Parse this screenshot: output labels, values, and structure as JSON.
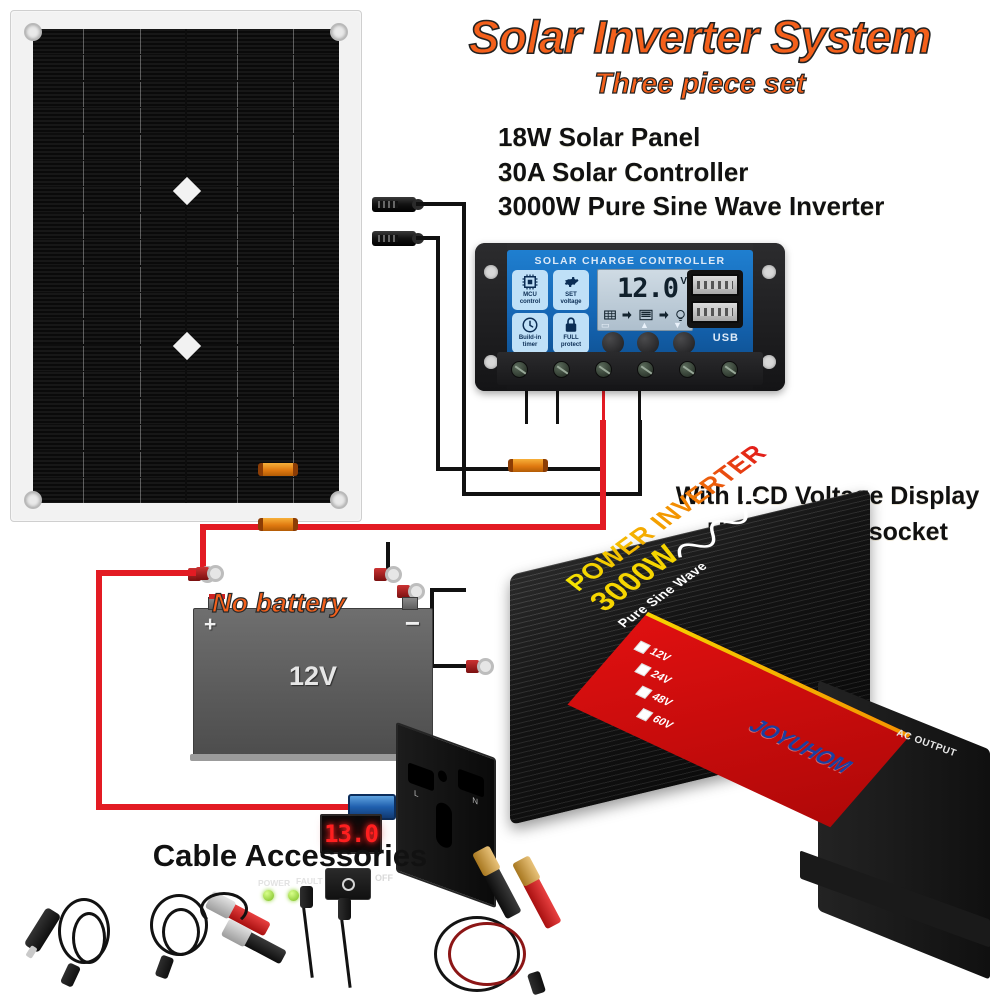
{
  "heading": {
    "title": "Solar Inverter System",
    "subtitle": "Three piece set",
    "title_color": "#F4601B"
  },
  "specs": [
    "18W Solar Panel",
    "30A Solar Controller",
    "3000W Pure Sine Wave Inverter"
  ],
  "features": [
    "With LCD Voltage Display",
    "Universal AC socket"
  ],
  "solar_panel": {
    "name": "18W Solar Panel",
    "grommet_count": 4,
    "connector_icon": "mc4-connector-icon"
  },
  "controller": {
    "brand_text": "SOLAR CHARGE CONTROLLER",
    "lcd_value": "12.0",
    "lcd_unit": "V",
    "usb_label": "USB",
    "badges": [
      {
        "icon": "mcu-chip-icon",
        "line1": "MCU",
        "line2": "control"
      },
      {
        "icon": "gear-icon",
        "line1": "SET",
        "line2": "voltage"
      },
      {
        "icon": "clock-icon",
        "line1": "Build-in",
        "line2": "timer"
      },
      {
        "icon": "lock-icon",
        "line1": "FULL",
        "line2": "protect"
      }
    ],
    "lcd_flow_icons": [
      "solar-panel-icon",
      "arrow-right-icon",
      "battery-icon",
      "arrow-right-icon",
      "bulb-icon"
    ],
    "button_keys": [
      "menu-key-icon",
      "up-key-icon",
      "down-key-icon"
    ],
    "terminal_count": 6
  },
  "battery": {
    "label": "12V",
    "overlay_note": "No battery",
    "positive_sign": "+",
    "negative_sign": "−"
  },
  "inverter": {
    "power_text": "POWER INVERTER",
    "watt_text": "3000W",
    "wave_text": "Pure Sine Wave",
    "brand": "JOYUHOM",
    "voltage_options": [
      "12V",
      "24V",
      "48V",
      "60V"
    ],
    "led_value": "13.0",
    "switch_label": "OFF",
    "indicator_power": "POWER",
    "indicator_fault": "FAULT",
    "ac_output_label": "AC OUTPUT",
    "socket_line": "L",
    "socket_neutral": "N"
  },
  "accessories": {
    "title": "Cable Accessories",
    "items": [
      "cigarette-lighter-plug-cable",
      "alligator-clip-cable",
      "dc-extension-cable",
      "battery-clamp-cable"
    ]
  },
  "wiring": {
    "fuse_holder": "inline-fuse-holder",
    "ring_terminal": "ring-terminal",
    "ferrule": "inline-ferrule"
  }
}
